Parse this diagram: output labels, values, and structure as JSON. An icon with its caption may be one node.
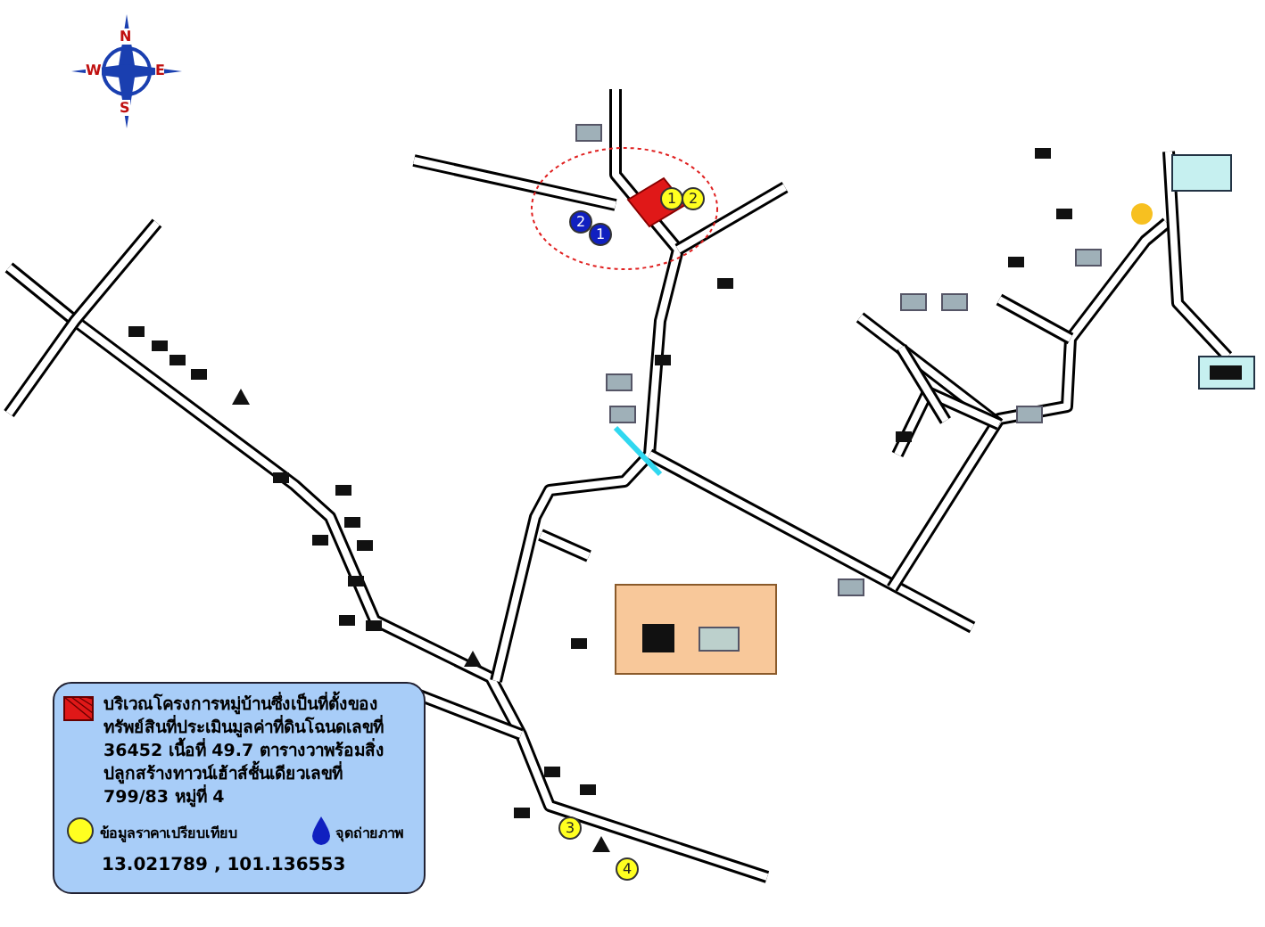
{
  "diagram": {
    "labels": [
      "N",
      "W",
      "E",
      "S",
      "1",
      "2",
      "2",
      "1",
      "3",
      "4",
      "13.021789 , 101.136553"
    ],
    "legend": [
      {
        "text": "บริเวณโครงการหมู่บ้านซึ่งเป็นที่ตั้งของทรัพย์สินที่ประเมินมูลค่าที่ดินโฉนดเลขที่ 36452 เนื้อที่ 49.7 ตารางวาพร้อมสิ่งปลูกสร้างทาวน์เฮ้าส์ชั้นเดียวเลขที่ 799/83 หมู่ที่ 4"
      },
      {
        "text": "ข้อมูลราคาเปรียบเทียบ"
      },
      {
        "text": "จุดถ่ายภาพ"
      }
    ]
  }
}
